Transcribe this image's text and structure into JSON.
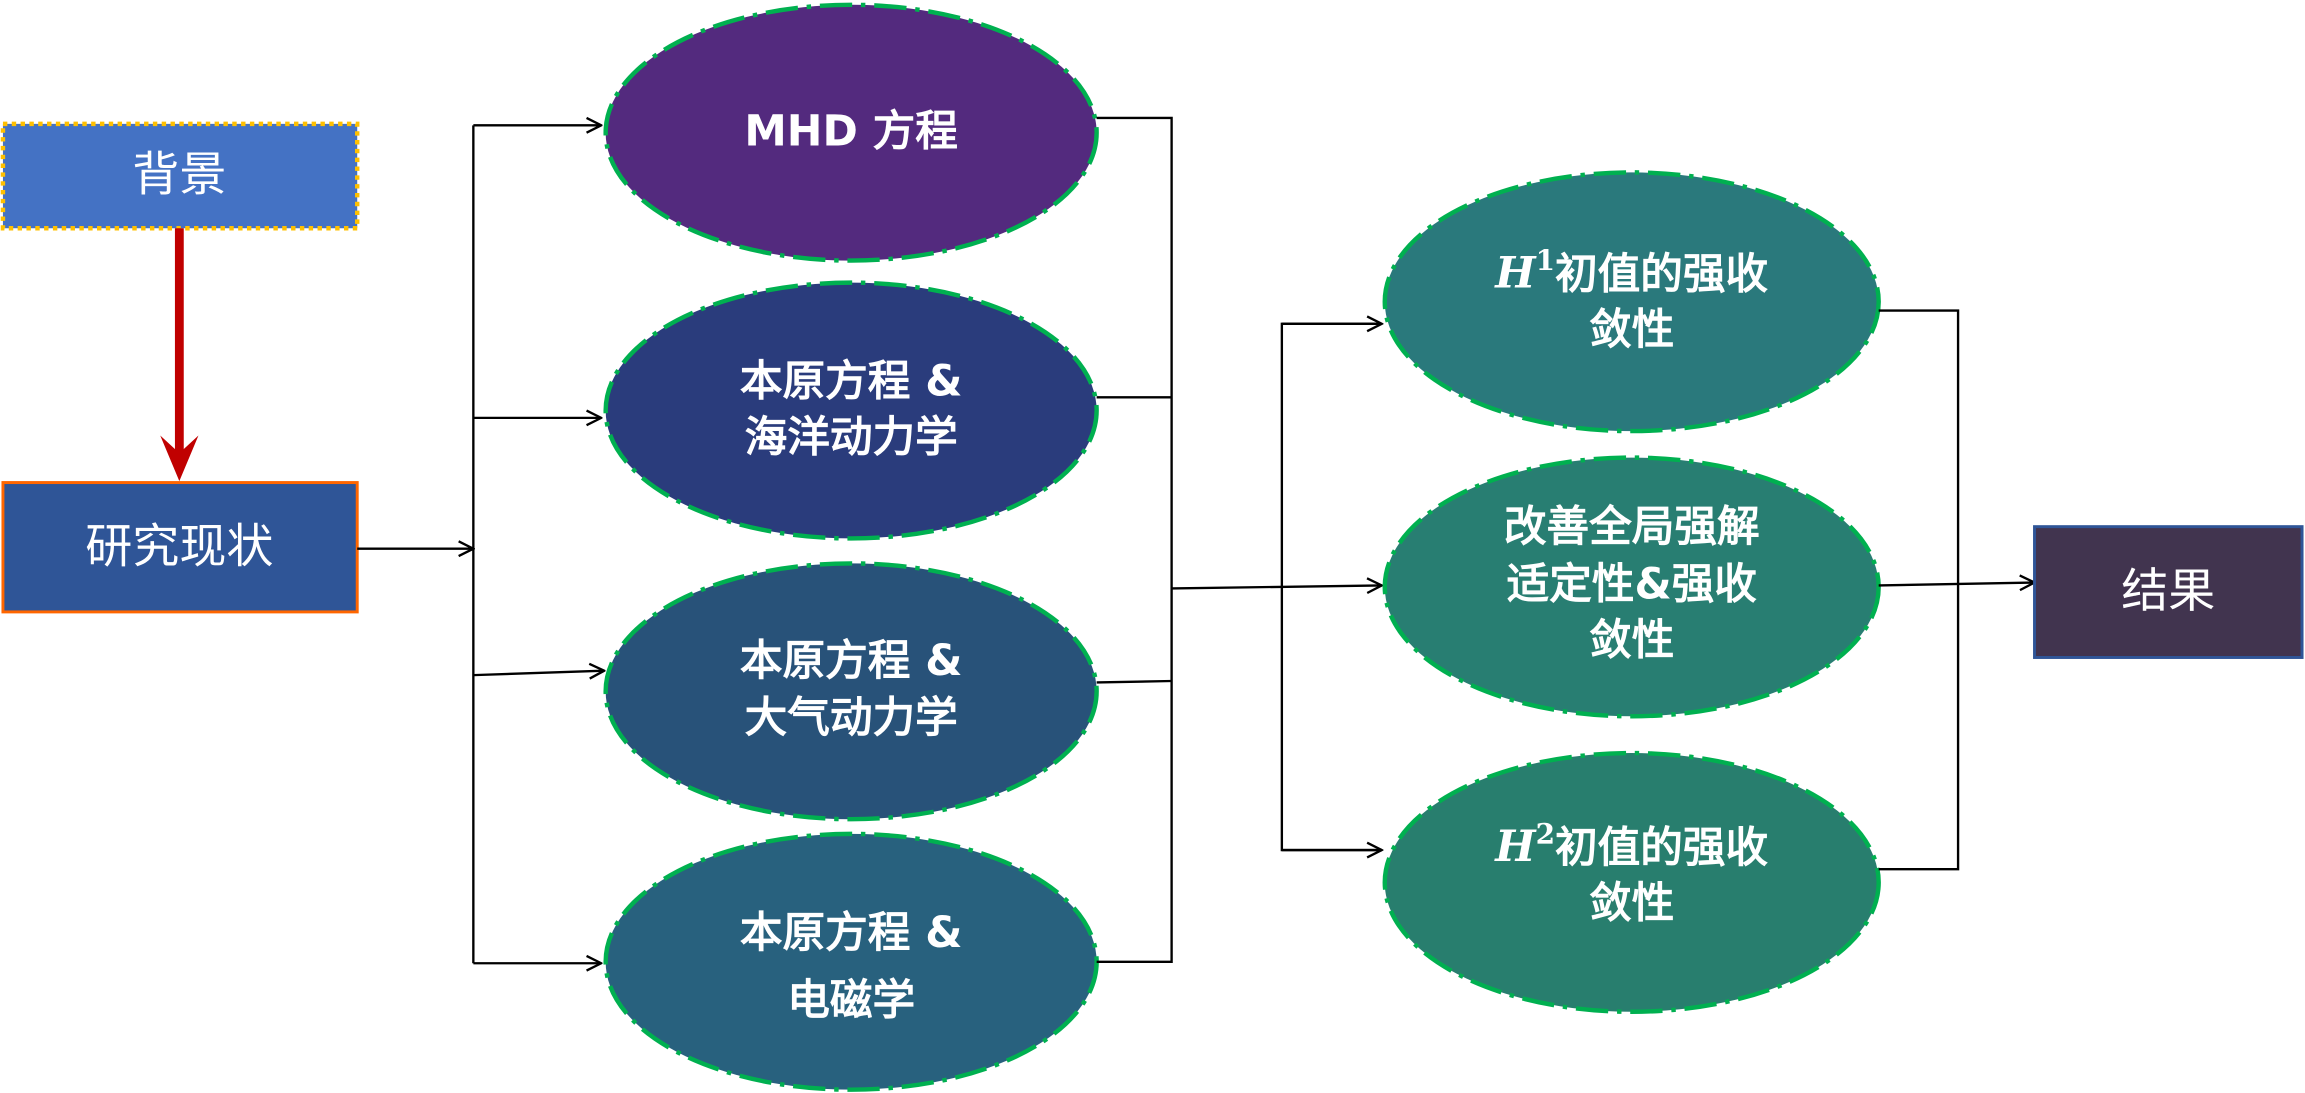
{
  "colors": {
    "background_box": "#4472C4",
    "research_box": "#2F5597",
    "mhd": "#532A7E",
    "ocean": "#2A3C7C",
    "atmos": "#285279",
    "em": "#28617E",
    "h1": "#2A797C",
    "improve": "#287E72",
    "h2": "#287E6E",
    "result_box": "#41344F",
    "arrow_red": "#C00000",
    "ellipse_border": "#00B050"
  },
  "nodes": {
    "background": "背景",
    "research_status": "研究现状",
    "mhd": [
      "MHD 方程"
    ],
    "ocean": [
      "本原方程 &",
      "海洋动力学"
    ],
    "atmos": [
      "本原方程 &",
      "大气动力学"
    ],
    "em": [
      "本原方程 &",
      "电磁学"
    ],
    "h1": {
      "h": "H",
      "sup": "1",
      "lines": [
        "初值的强收",
        "敛性"
      ]
    },
    "improve": [
      "改善全局强解",
      "适定性&强收",
      "敛性"
    ],
    "h2": {
      "h": "H",
      "sup": "2",
      "lines": [
        "初值的强收",
        "敛性"
      ]
    },
    "result": "结果"
  }
}
